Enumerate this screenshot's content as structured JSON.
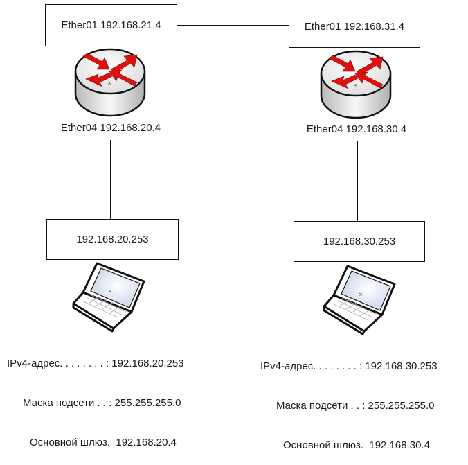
{
  "diagram": {
    "routers": [
      {
        "id": "router-1",
        "wan_interface": "Ether01 192.168.21.4",
        "lan_interface": "Ether04 192.168.20.4"
      },
      {
        "id": "router-2",
        "wan_interface": "Ether01 192.168.31.4",
        "lan_interface": "Ether04 192.168.30.4"
      }
    ],
    "hosts": [
      {
        "address_label": "192.168.20.253",
        "config": {
          "ipv4_line": "IPv4-адрес. . . . . . . . : 192.168.20.253",
          "mask_line": "Маска подсети . . : 255.255.255.0",
          "gateway_line": "Основной шлюз.  192.168.20.4"
        }
      },
      {
        "address_label": "192.168.30.253",
        "config": {
          "ipv4_line": "IPv4-адрес. . . . . . . . : 192.168.30.253",
          "mask_line": "Маска подсети . . : 255.255.255.0",
          "gateway_line": "Основной шлюз.  192.168.30.4"
        }
      }
    ],
    "colors": {
      "arrow": "#e01010",
      "router_body": "#e6e6e6",
      "line": "#111111",
      "screen": "#dde4f2"
    }
  }
}
